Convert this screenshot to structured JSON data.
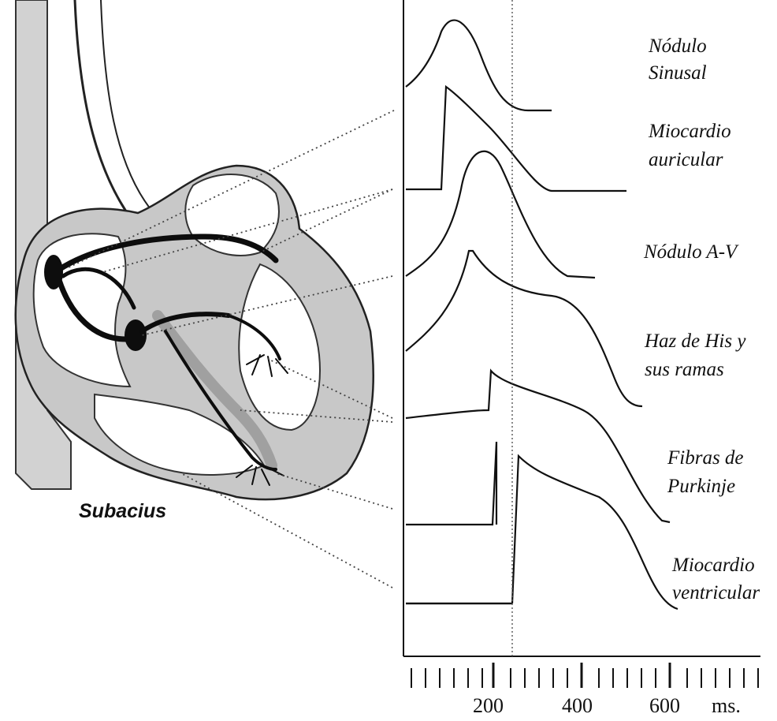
{
  "labels": {
    "sinusal_1": "Nódulo",
    "sinusal_2": "Sinusal",
    "auricular_1": "Miocardio",
    "auricular_2": "auricular",
    "av": "Nódulo A-V",
    "his_1": "Haz de His y",
    "his_2": "sus ramas",
    "purkinje_1": "Fibras de",
    "purkinje_2": "Purkinje",
    "ventricular_1": "Miocardio",
    "ventricular_2": "ventricular",
    "subacius": "Subacius"
  },
  "axis": {
    "tick_200": "200",
    "tick_400": "400",
    "tick_600": "600",
    "unit": "ms."
  },
  "colors": {
    "ink": "#111111",
    "heart_fill": "#c8c8c8",
    "heart_wall": "#b9b9b9",
    "conduction": "#0d0d0d",
    "guide": "#444444"
  }
}
